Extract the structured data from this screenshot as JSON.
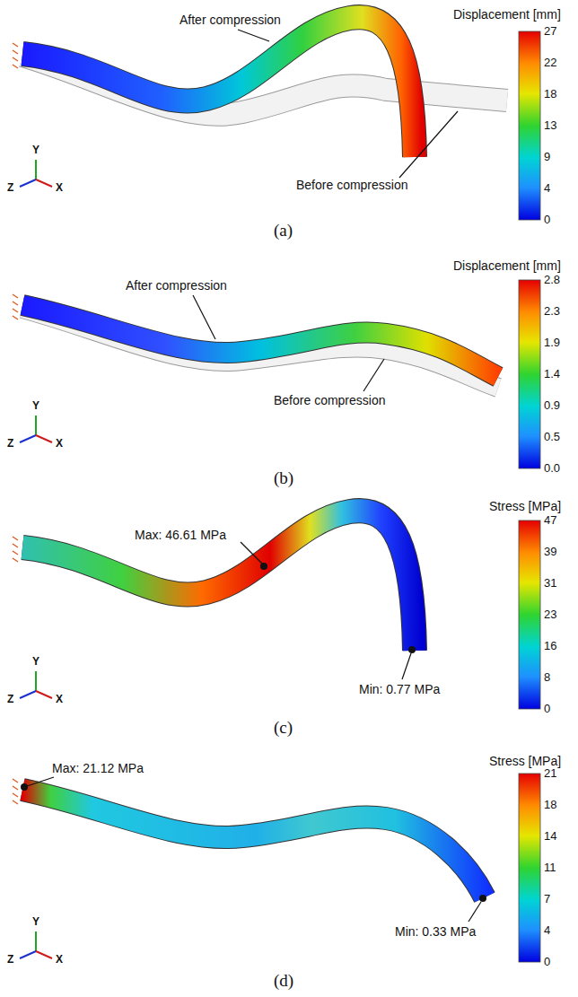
{
  "diagram": {
    "labels": [
      "After compression",
      "Displacement [mm]",
      "27",
      "22",
      "18",
      "13",
      "9",
      "4",
      "0",
      "Before compression",
      "Y",
      "Z",
      "X",
      "(a)",
      "Displacement [mm]",
      "2.8",
      "2.3",
      "1.9",
      "1.4",
      "0.9",
      "0.5",
      "0.0",
      "After compression",
      "Before compression",
      "Y",
      "Z",
      "X",
      "(b)",
      "Stress [MPa]",
      "47",
      "39",
      "31",
      "23",
      "16",
      "8",
      "0",
      "Max: 46.61 MPa",
      "Min: 0.77 MPa",
      "Y",
      "Z",
      "X",
      "(c)",
      "Stress [MPa]",
      "21",
      "18",
      "14",
      "11",
      "7",
      "4",
      "0",
      "Max: 21.12 MPa",
      "Min: 0.33 MPa",
      "Y",
      "Z",
      "X",
      "(d)"
    ]
  }
}
